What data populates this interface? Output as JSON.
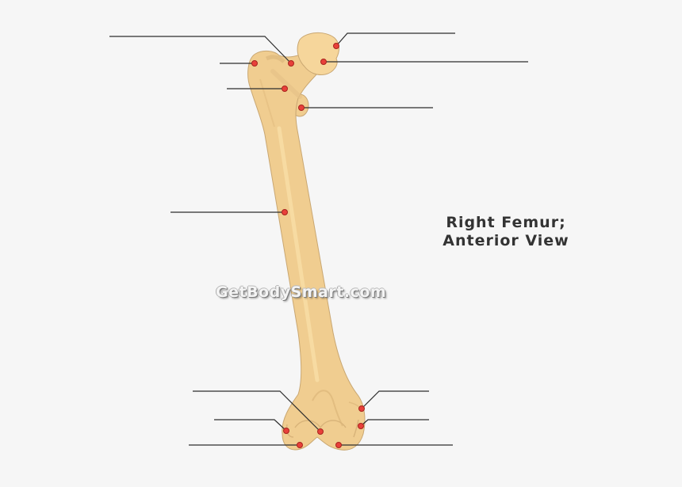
{
  "title": {
    "line1": "Right Femur;",
    "line2": "Anterior View"
  },
  "watermark": "GetBodySmart.com",
  "colors": {
    "background": "#f6f6f6",
    "bone_fill": "#f0cd90",
    "bone_highlight": "#f6d99e",
    "bone_shadow": "#e2bd80",
    "bone_outline": "#c9a772",
    "leader_line": "#2e2e2e",
    "marker_fill": "#e8403a",
    "marker_stroke": "#a8231e"
  },
  "labels": [
    {
      "id": "fovea-capitis",
      "text": ""
    },
    {
      "id": "neck",
      "text": ""
    },
    {
      "id": "head",
      "text": ""
    },
    {
      "id": "greater-trochanter",
      "text": ""
    },
    {
      "id": "intertrochanteric-line",
      "text": ""
    },
    {
      "id": "lesser-trochanter",
      "text": ""
    },
    {
      "id": "shaft",
      "text": ""
    },
    {
      "id": "patellar-surface",
      "text": ""
    },
    {
      "id": "lateral-epicondyle",
      "text": ""
    },
    {
      "id": "lateral-condyle",
      "text": ""
    },
    {
      "id": "medial-adductor-tubercle",
      "text": ""
    },
    {
      "id": "medial-epicondyle",
      "text": ""
    },
    {
      "id": "medial-condyle",
      "text": ""
    }
  ]
}
